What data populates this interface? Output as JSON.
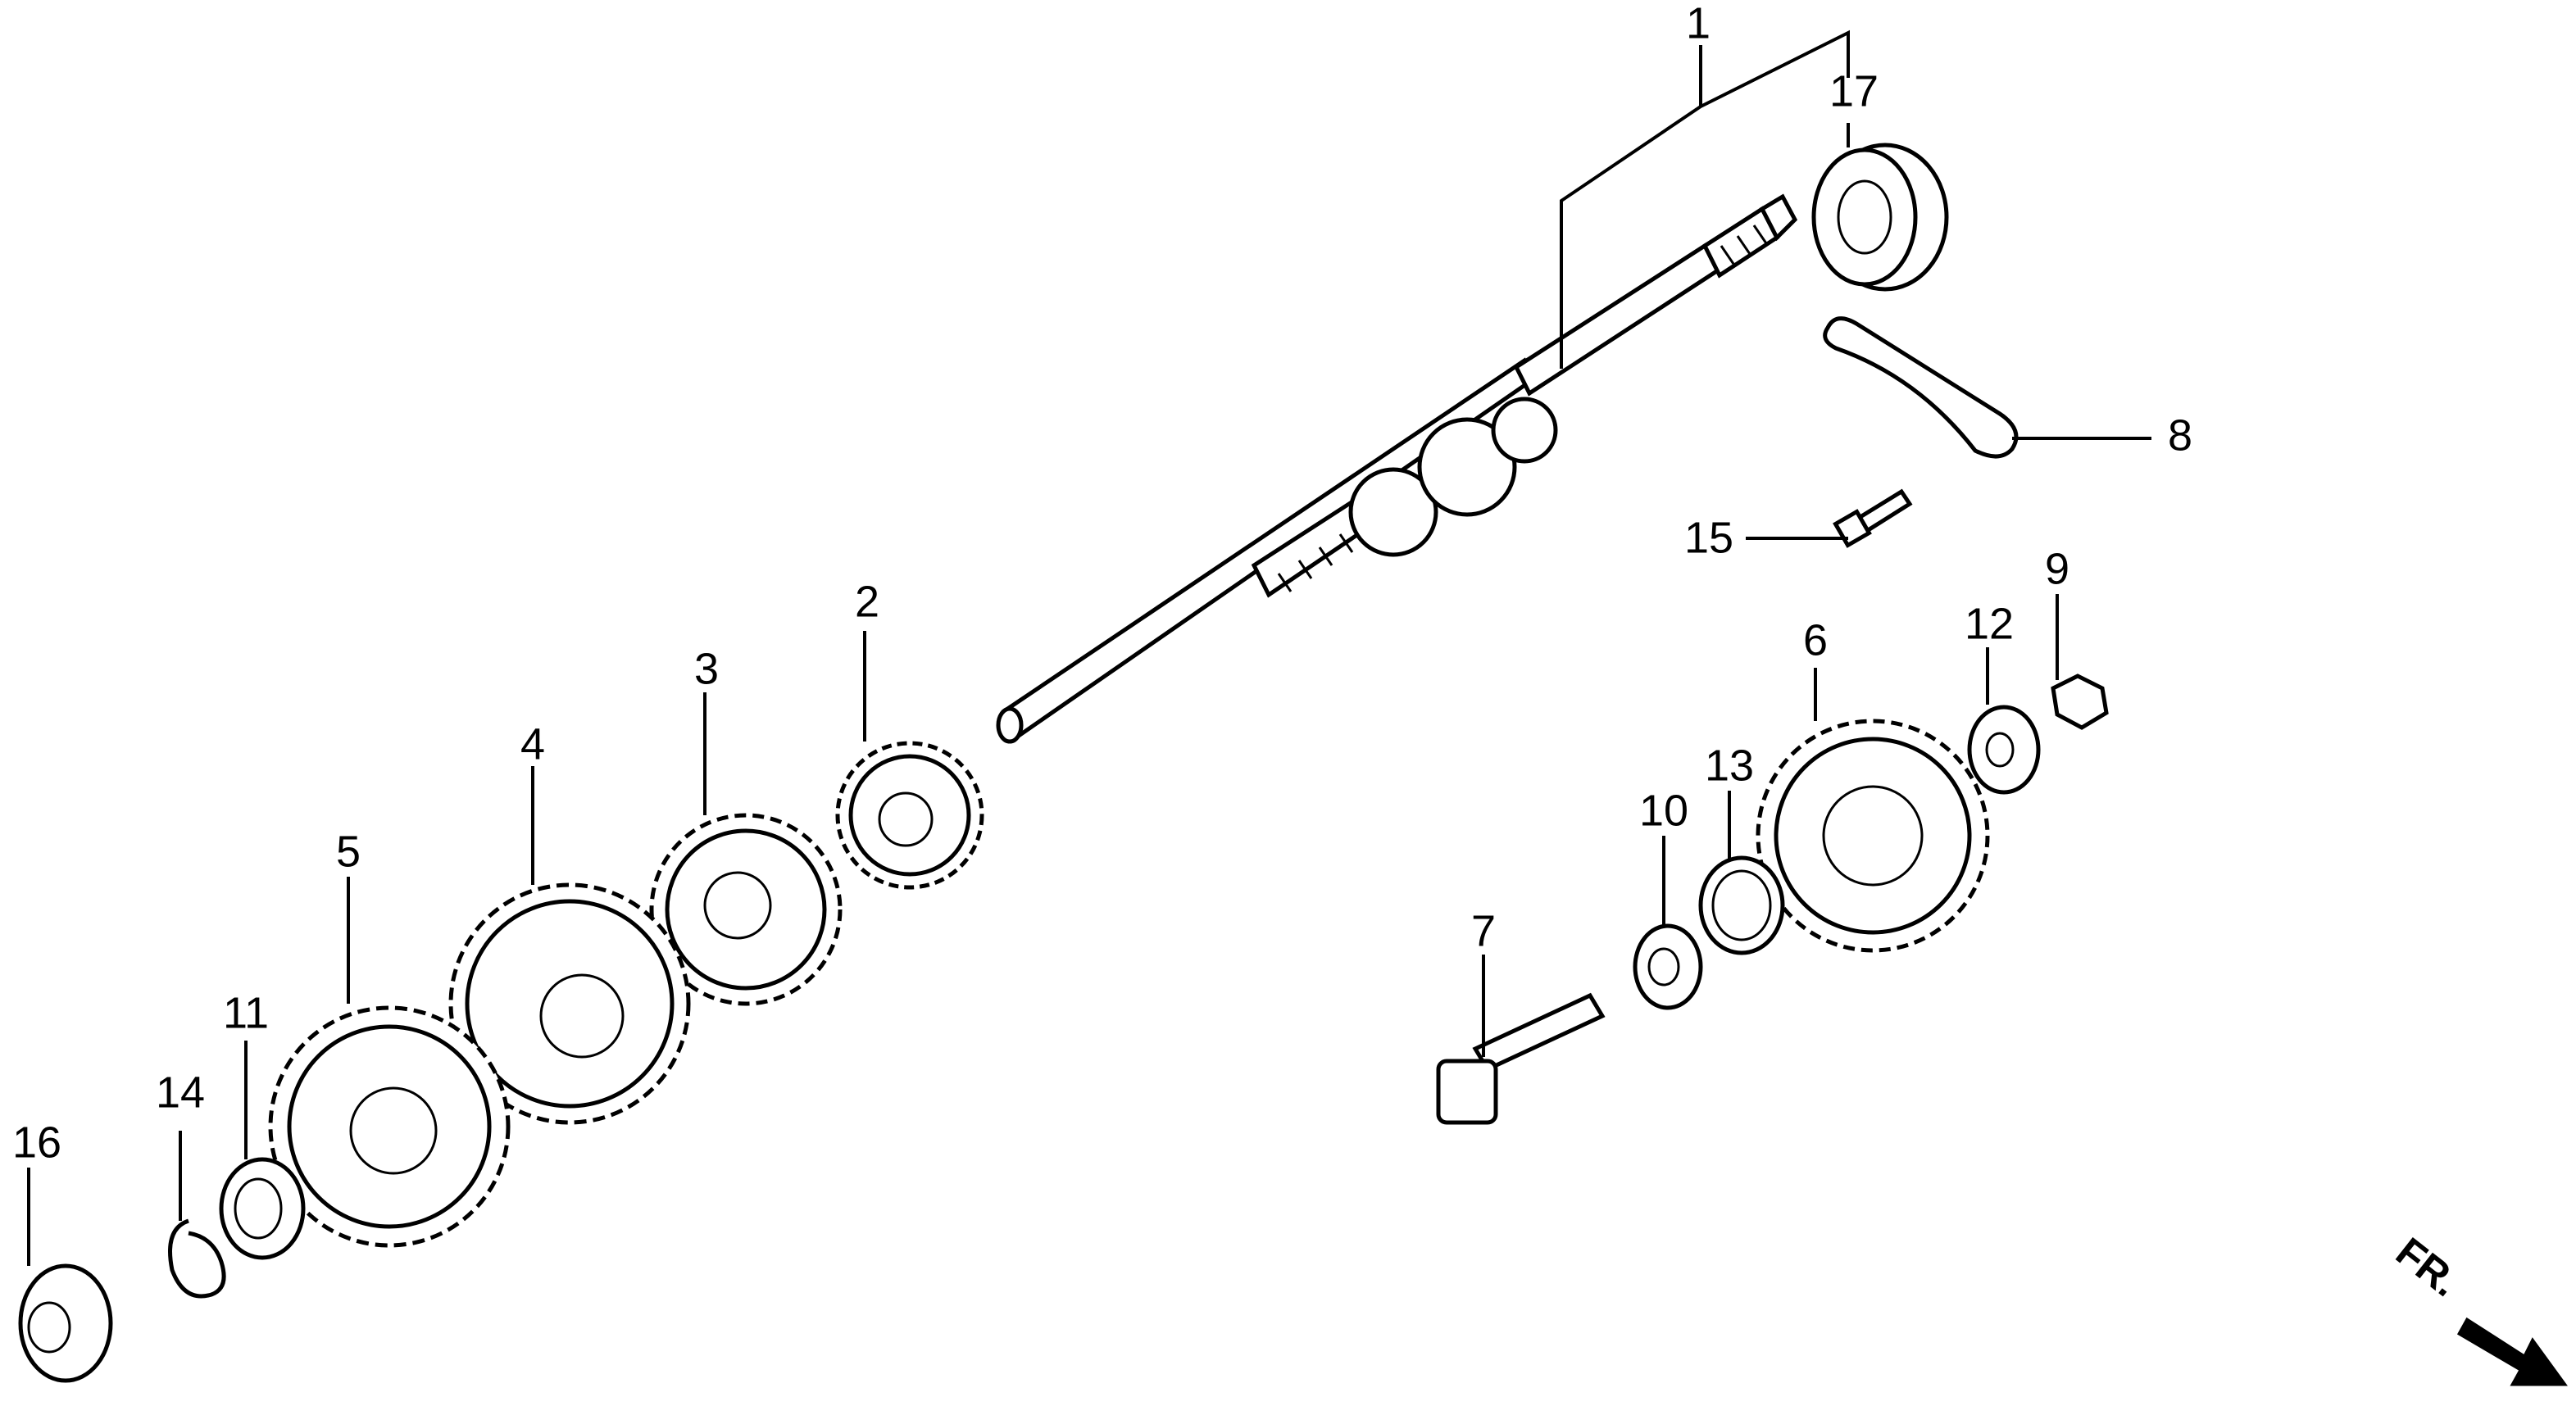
{
  "diagram": {
    "callouts": [
      {
        "id": "1",
        "label": "1"
      },
      {
        "id": "2",
        "label": "2"
      },
      {
        "id": "3",
        "label": "3"
      },
      {
        "id": "4",
        "label": "4"
      },
      {
        "id": "5",
        "label": "5"
      },
      {
        "id": "6",
        "label": "6"
      },
      {
        "id": "7",
        "label": "7"
      },
      {
        "id": "8",
        "label": "8"
      },
      {
        "id": "9",
        "label": "9"
      },
      {
        "id": "10",
        "label": "10"
      },
      {
        "id": "11",
        "label": "11"
      },
      {
        "id": "12",
        "label": "12"
      },
      {
        "id": "13",
        "label": "13"
      },
      {
        "id": "14",
        "label": "14"
      },
      {
        "id": "15",
        "label": "15"
      },
      {
        "id": "16",
        "label": "16"
      },
      {
        "id": "17",
        "label": "17"
      }
    ],
    "direction_marker": {
      "label": "FR.",
      "icon": "arrow-down-right-icon"
    }
  }
}
